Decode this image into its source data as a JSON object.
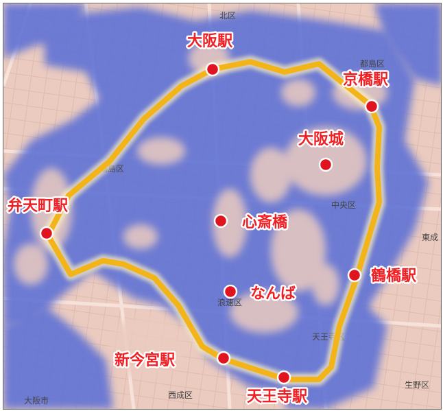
{
  "map": {
    "colors": {
      "land": "#ebcbbf",
      "coverage": "#5c6fd6",
      "coverage_dark": "#4a58c2",
      "loop_line": "#f2b418",
      "loop_glow": "#fff3c0",
      "marker": "#e0141e",
      "label": "#ef1f24",
      "label_outline": "#ffffff",
      "street_text": "#555555"
    },
    "stations": [
      {
        "id": "osaka",
        "label": "大阪駅",
        "type": "station"
      },
      {
        "id": "kyobashi",
        "label": "京橋駅",
        "type": "station"
      },
      {
        "id": "bentencho",
        "label": "弁天町駅",
        "type": "station"
      },
      {
        "id": "tsuruhashi",
        "label": "鶴橋駅",
        "type": "station"
      },
      {
        "id": "shin-imamiya",
        "label": "新今宮駅",
        "type": "station"
      },
      {
        "id": "tennoji",
        "label": "天王寺駅",
        "type": "station"
      }
    ],
    "landmarks": [
      {
        "id": "osaka-castle",
        "label": "大阪城"
      },
      {
        "id": "shinsaibashi",
        "label": "心斎橋"
      },
      {
        "id": "namba",
        "label": "なんば"
      }
    ],
    "district_labels": [
      "北区",
      "都島区",
      "福島区",
      "中央区",
      "浪速区",
      "天王寺区",
      "西成区",
      "生野区",
      "大阪市",
      "東成"
    ]
  }
}
